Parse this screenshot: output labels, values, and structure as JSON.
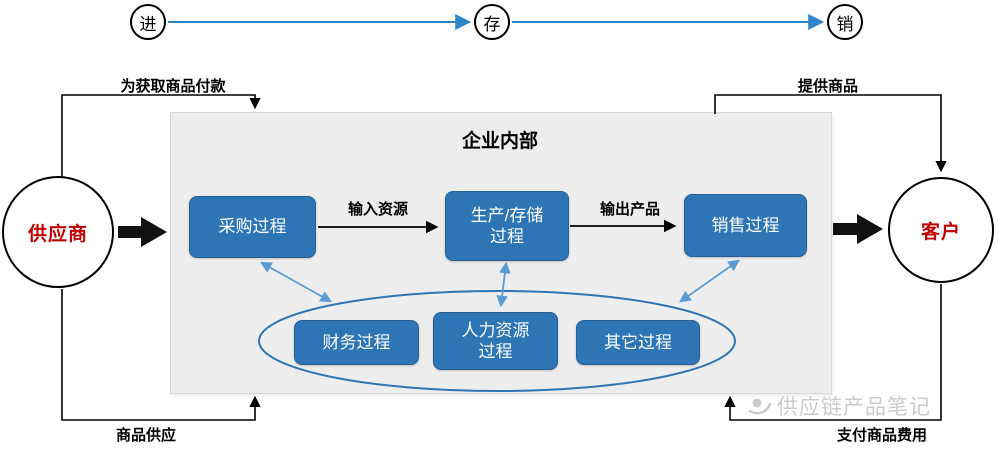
{
  "top_flow": {
    "nodes": [
      {
        "id": "jin",
        "label": "进"
      },
      {
        "id": "cun",
        "label": "存"
      },
      {
        "id": "xiao",
        "label": "销"
      }
    ]
  },
  "external": {
    "supplier_label": "供应商",
    "customer_label": "客户"
  },
  "enterprise": {
    "title": "企业内部",
    "top_processes": [
      {
        "id": "purchase",
        "label": "采购过程"
      },
      {
        "id": "production",
        "label": "生产/存储\n过程"
      },
      {
        "id": "sales",
        "label": "销售过程"
      }
    ],
    "support_processes": [
      {
        "id": "finance",
        "label": "财务过程"
      },
      {
        "id": "hr",
        "label": "人力资源\n过程"
      },
      {
        "id": "other",
        "label": "其它过程"
      }
    ],
    "flow_labels": {
      "input": "输入资源",
      "output": "输出产品"
    }
  },
  "edge_labels": {
    "top_left": "为获取商品付款",
    "top_right": "提供商品",
    "bottom_left": "商品供应",
    "bottom_right": "支付商品费用"
  },
  "watermark": {
    "text": "供应链产品笔记"
  },
  "colors": {
    "process_blue": "#2E75B6",
    "connector_blue": "#5B9BD5",
    "flow_blue": "#2E86C8",
    "label_red": "#C00000",
    "enterprise_gray": "#EDEDED"
  }
}
